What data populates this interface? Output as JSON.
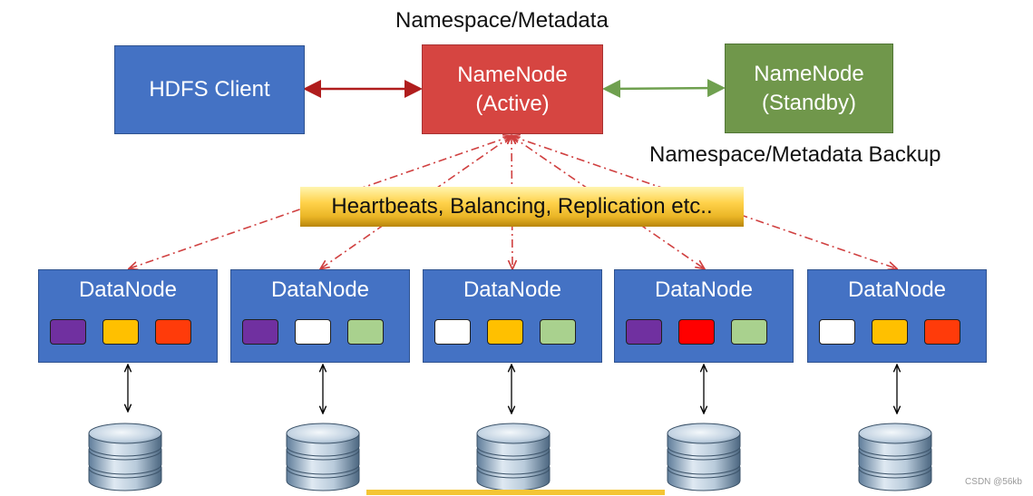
{
  "labels": {
    "namespace_metadata": "Namespace/Metadata",
    "namespace_backup": "Namespace/Metadata Backup",
    "banner": "Heartbeats, Balancing, Replication etc.."
  },
  "hdfs_client": {
    "label": "HDFS Client",
    "color": "#4472c4"
  },
  "namenode_active": {
    "line1": "NameNode",
    "line2": "(Active)",
    "color": "#d64541"
  },
  "namenode_standby": {
    "line1": "NameNode",
    "line2": "(Standby)",
    "color": "#70974b"
  },
  "arrows": {
    "client_active_color": "#b01d1d",
    "active_standby_color": "#6fa04f",
    "heartbeat_color": "#d04040"
  },
  "datanodes": [
    {
      "label": "DataNode",
      "blocks": [
        "#7030a0",
        "#ffc000",
        "#ff3b0a"
      ]
    },
    {
      "label": "DataNode",
      "blocks": [
        "#7030a0",
        "#ffffff",
        "#a9d18e"
      ]
    },
    {
      "label": "DataNode",
      "blocks": [
        "#ffffff",
        "#ffc000",
        "#a9d18e"
      ]
    },
    {
      "label": "DataNode",
      "blocks": [
        "#7030a0",
        "#ff0000",
        "#a9d18e"
      ]
    },
    {
      "label": "DataNode",
      "blocks": [
        "#ffffff",
        "#ffc000",
        "#ff3b0a"
      ]
    }
  ],
  "watermark": "CSDN @56kb"
}
